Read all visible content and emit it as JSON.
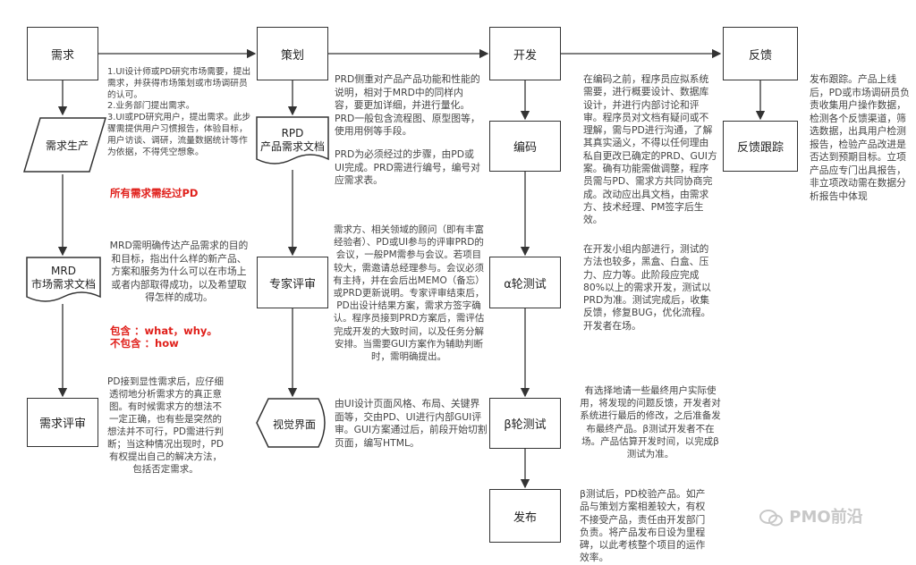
{
  "nodes": {
    "xuqiu": "需求",
    "xuqiu_shengchan": "需求生产",
    "mrd_line1": "MRD",
    "mrd_line2": "市场需求文档",
    "xuqiu_pingshen": "需求评审",
    "cehua": "策划",
    "rpd_line1": "RPD",
    "rpd_line2": "产品需求文档",
    "zhuanjia_pingshen": "专家评审",
    "shijue_jiemian": "视觉界面",
    "kaifa": "开发",
    "bianma": "编码",
    "alpha_test": "α轮测试",
    "beta_test": "β轮测试",
    "fabu": "发布",
    "fankui": "反馈",
    "fankui_genzong": "反馈跟踪"
  },
  "notes": {
    "xuqiu_note": "1.UI设计师或PD研究市场需要，提出需求，并获得市场策划或市场调研员的认可。\n2.业务部门提出需求。\n3.UI或PD研究用户，提出需求。此步骤需提供用户习惯报告，体验目标，用户访谈、调研，流量数据统计等作为依据，不得凭空想象。",
    "xuqiu_red": "所有需求需经过PD",
    "mrd_note": "MRD需明确传达产品需求的目的和目标，指出什么样的新产品、方案和服务为什么可以在市场上或者内部取得成功，以及希望取得怎样的成功。",
    "mrd_red1": "包含 ：what，why。",
    "mrd_red2": "不包含 ：how",
    "pingshen_note": "PD接到显性需求后，应仔细透彻地分析需求方的真正意图。有时候需求方的想法不一定正确，也有些是突然的想法并不可行，PD需进行判断；当这种情况出现时，PD有权提出自己的解决方法，包括否定需求。",
    "prd_note1": "PRD侧重对产品产品功能和性能的说明，相对于MRD中的同样内容，要更加详细，并进行量化。PRD一般包含流程图、原型图等，使用用例等手段。",
    "prd_note2": "PRD为必须经过的步骤，由PD或UI完成。PRD需进行编号，编号对应需求表。",
    "zhuanjia_note": "需求方、相关领域的顾问（即有丰富经验者）、PD或UI参与的评审PRD的会议，一般PM需参与会议。若项目较大，需邀请总经理参与。会议必须有主持，并在会后出MEMO（备忘）或PRD更新说明。专家评审结束后，PD出设计结果方案，需求方签字确认。程序员接到PRD方案后，需评估完成开发的大致时间，以及任务分解安排。当需要GUI方案作为辅助判断时，需明确提出。",
    "shijue_note": "由UI设计页面风格、布局、关键界面等，交由PD、UI进行内部GUI评审。GUI方案通过后，前段开始切割页面，编写HTML。",
    "kaifa_note": "在编码之前，程序员应拟系统需要，进行概要设计、数据库设计，并进行内部讨论和评审。程序员对文档有疑问或不理解，需与PD进行沟通，了解其真实涵义，不得以任何理由私自更改已确定的PRD、GUI方案。确有功能需做调整，程序员需与PD、需求方共同协商完成。改动应出具文档，由需求方、技术经理、PM签字后生效。",
    "alpha_note": "在开发小组内部进行，测试的方法也较多，黑盒、白盒、压力、应力等。此阶段应完成80%以上的需求开发，测试以PRD为准。测试完成后，收集反馈，修复BUG，优化流程。开发者在场。",
    "beta_note": "有选择地请一些最终用户实际使用，将发现的问题反馈，开发者对系统进行最后的修改，之后准备发布最终产品。β测试开发者不在场。产品估算开发时间，以完成β测试为准。",
    "fabu_note": "β测试后，PD校验产品。如产品与策划方案相差较大，有权不接受产品，责任由开发部门负责。将产品发布日设为里程碑，以此考核整个项目的运作效率。",
    "fankui_note": "发布跟踪。产品上线后，PD或市场调研员负责收集用户操作数据，检测各个反馈渠道，筛选数据，出具用户检测报告，检验产品改进是否达到预期目标。立项产品应专门出具报告，非立项改动需在数据分析报告中体现"
  },
  "watermark": "PMO前沿",
  "colors": {
    "red": "#e0201b",
    "line": "#333333"
  }
}
